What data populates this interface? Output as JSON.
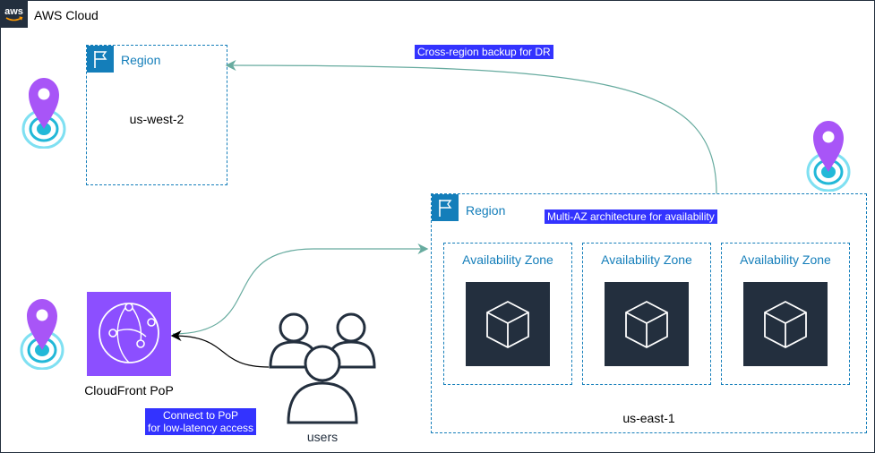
{
  "cloud": {
    "title": "AWS Cloud",
    "badge_text": "aws"
  },
  "regions": [
    {
      "label": "Region",
      "name": "us-west-2"
    },
    {
      "label": "Region",
      "name": "us-east-1"
    }
  ],
  "availability_zones": [
    {
      "label": "Availability Zone"
    },
    {
      "label": "Availability Zone"
    },
    {
      "label": "Availability Zone"
    }
  ],
  "annotations": {
    "backup": "Cross-region backup for DR",
    "multi_az": "Multi-AZ architecture for availability",
    "pop_line1": "Connect to PoP",
    "pop_line2": "for low-latency access"
  },
  "nodes": {
    "cloudfront": "CloudFront PoP",
    "users": "users"
  },
  "colors": {
    "aws_dark": "#232f3e",
    "region_blue": "#147eba",
    "cloudfront_purple": "#8c4fff",
    "label_highlight": "#3333ff",
    "connector_teal": "#67ab9f",
    "pin_purple": "#a855f7",
    "pin_ring": "#22b8d8"
  },
  "icons": [
    "aws-logo-icon",
    "region-flag-icon",
    "ec2-instance-icon",
    "cloudfront-icon",
    "users-icon",
    "location-pin-icon"
  ]
}
